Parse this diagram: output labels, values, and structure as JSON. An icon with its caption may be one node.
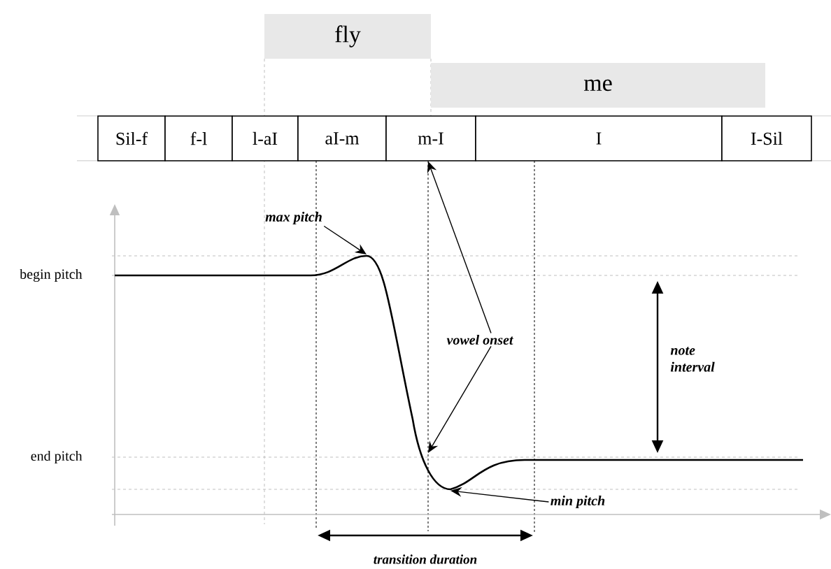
{
  "diagram": {
    "nodes": [
      {
        "text": [
          "fly"
        ]
      },
      {
        "text": [
          "me"
        ]
      },
      {
        "text": [
          "Sil-f"
        ]
      },
      {
        "text": [
          "f-l"
        ]
      },
      {
        "text": [
          "l-aI"
        ]
      },
      {
        "text": [
          "aI-m"
        ]
      },
      {
        "text": [
          "m-I"
        ]
      },
      {
        "text": [
          "I"
        ]
      },
      {
        "text": [
          "I-Sil"
        ]
      },
      {
        "text": [
          "max pitch"
        ]
      },
      {
        "text": [
          "vowel onset"
        ]
      },
      {
        "text": [
          "min pitch"
        ]
      }
    ],
    "edges": [
      {
        "from": 9,
        "to": null,
        "arrow": "to"
      },
      {
        "from": 10,
        "to": 6,
        "arrow": "to"
      },
      {
        "from": 10,
        "to": null,
        "arrow": "to"
      },
      {
        "from": 11,
        "to": null,
        "arrow": "to"
      }
    ],
    "labels": [
      "begin pitch",
      "note interval",
      "end pitch",
      "transition duration"
    ]
  }
}
